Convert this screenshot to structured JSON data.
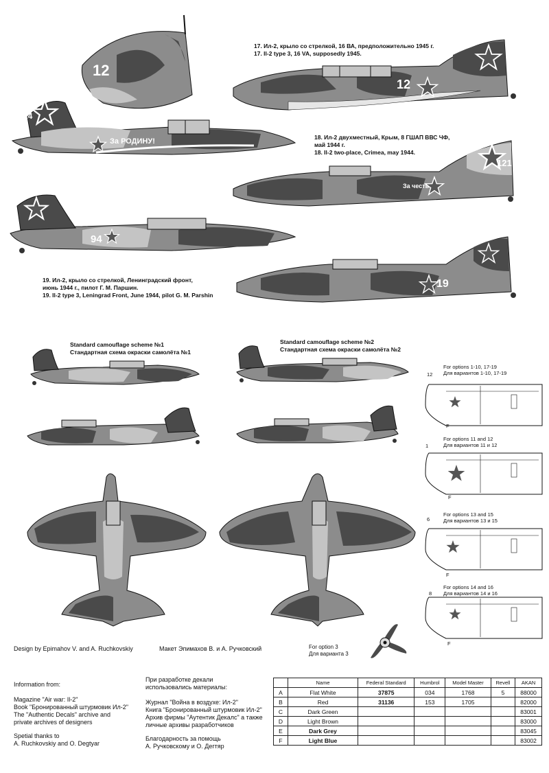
{
  "captions": {
    "opt17": [
      "17. Ил-2, крыло со стрелкой, 16 ВА, предположительно 1945 г.",
      "17. Il-2 type 3, 16 VA, supposedly 1945."
    ],
    "opt18": [
      "18. Ил-2 двухместный,  Крым, 8 ГШАП ВВС ЧФ,",
      "май 1944 г.",
      "18. Il-2 two-place, Crimea, may 1944."
    ],
    "opt19": [
      "19. Ил-2, крыло со стрелкой, Ленинградский фронт,",
      "июнь 1944 г., пилот Г. М. Паршин.",
      "19. Il-2 type 3, Leningrad Front, June 1944, pilot G. M. Parshin"
    ],
    "scheme1": [
      "Standard camouflage scheme №1",
      "Стандартная схема окраски самолёта №1"
    ],
    "scheme2": [
      "Standard camouflage scheme №2",
      "Стандартная схема окраски самолёта №2"
    ]
  },
  "aircraft_text": {
    "tail_12": "12",
    "tail_24": "24",
    "slogan_rodinu": "За РОДИНУ!",
    "slogan_chest": "За честь",
    "num_121": "121",
    "num_94": "94",
    "num_19": "19"
  },
  "detail_panels": [
    {
      "ref": "12",
      "en": "For options 1-10, 17-19",
      "ru": "Для вариантов 1-10, 17-19",
      "letter": "F"
    },
    {
      "ref": "1",
      "en": "For options 11 and 12",
      "ru": "Для вариантов 11 и 12",
      "letter": "F"
    },
    {
      "ref": "6",
      "en": "For options 13 and 15",
      "ru": "Для вариантов 13 и 15",
      "letter": "F"
    },
    {
      "ref": "8",
      "en": "For options 14 and 16",
      "ru": "Для вариантов 14 и 16",
      "letter": "F"
    }
  ],
  "propeller": {
    "en": "For option 3",
    "ru": "Для варианта 3"
  },
  "credits": {
    "design_en": "Design by Epimahov V. and A. Ruchkovskiy",
    "design_ru": "Макет Эпимахов В. и А. Ручковский"
  },
  "info_en": {
    "heading": "Information from:",
    "lines": [
      "Magazine \"Air war: Il-2\"",
      "Book \"Бронированный штурмовик Ил-2\"",
      "The \"Authentic Decals\" archive and",
      "private archives of designers"
    ],
    "thanks": [
      "Spetial thanks to",
      "A. Ruchkovskiy and O. Degtyar"
    ]
  },
  "info_ru": {
    "heading": [
      "При разработке декали",
      "использовались материалы:"
    ],
    "lines": [
      "Журнал \"Война в воздухе: Ил-2\"",
      "Книга \"Бронированный штурмовик Ил-2\"",
      "Архив фирмы \"Аутентик Декалс\" а также",
      "личные архивы разработчиков"
    ],
    "thanks": [
      "Благодарность за помощь",
      "А. Ручковскому и О. Дегтяр"
    ]
  },
  "color_table": {
    "headers": [
      "",
      "Name",
      "Federal Standard",
      "Humbrol",
      "Model Master",
      "Revell",
      "AKAN"
    ],
    "rows": [
      {
        "letter": "A",
        "name": "Flat White",
        "fs": "37875",
        "humbrol": "034",
        "mm": "1768",
        "revell": "5",
        "akan": "88000"
      },
      {
        "letter": "B",
        "name": "Red",
        "fs": "31136",
        "humbrol": "153",
        "mm": "1705",
        "revell": "",
        "akan": "82000"
      },
      {
        "letter": "C",
        "name": "Dark Green",
        "fs": "",
        "humbrol": "",
        "mm": "",
        "revell": "",
        "akan": "83001"
      },
      {
        "letter": "D",
        "name": "Light Brown",
        "fs": "",
        "humbrol": "",
        "mm": "",
        "revell": "",
        "akan": "83000"
      },
      {
        "letter": "E",
        "name": "Dark Grey",
        "fs": "",
        "humbrol": "",
        "mm": "",
        "revell": "",
        "akan": "83045"
      },
      {
        "letter": "F",
        "name": "Light Blue",
        "fs": "",
        "humbrol": "",
        "mm": "",
        "revell": "",
        "akan": "83002"
      }
    ]
  },
  "palette": {
    "dark": "#4a4a4a",
    "mid": "#8c8c8c",
    "light": "#c4c4c4",
    "pale": "#e6e6e6"
  }
}
